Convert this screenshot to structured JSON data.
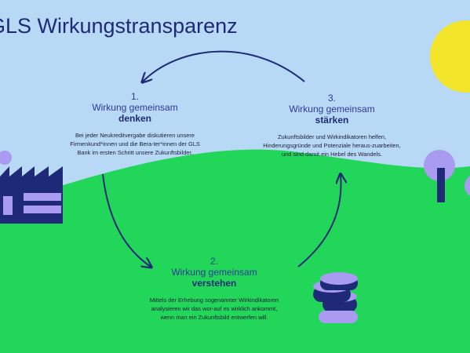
{
  "title": "GLS Wirkungstransparenz",
  "steps": [
    {
      "number": "1.",
      "heading": "Wirkung gemeinsam",
      "keyword": "denken",
      "text": "Bei jeder Neukreditvergabe diskutieren unsere Firmenkund*innen und die Bera-ter*innen der GLS Bank im ersten Schritt unsere Zukunftsbilder."
    },
    {
      "number": "2.",
      "heading": "Wirkung gemeinsam",
      "keyword": "verstehen",
      "text": "Mittels der Erhebung sogenannter Wirkindikatoren analysieren wir das wor-auf es wirklich ankommt, wenn man ein Zukunftsbild entwerfen will."
    },
    {
      "number": "3.",
      "heading": "Wirkung gemeinsam",
      "keyword": "stärken",
      "text": "Zukunftsbilder und Wirkindikatoren helfen, Hinderungsgründe und Potenziale heraus-zuarbeiten, und sind damit ein Hebel des Wandels."
    }
  ],
  "colors": {
    "sky": "#b8d9f5",
    "grass": "#22d65a",
    "sun": "#f2e52a",
    "navy": "#1e2a78",
    "lavender": "#a99af2"
  }
}
